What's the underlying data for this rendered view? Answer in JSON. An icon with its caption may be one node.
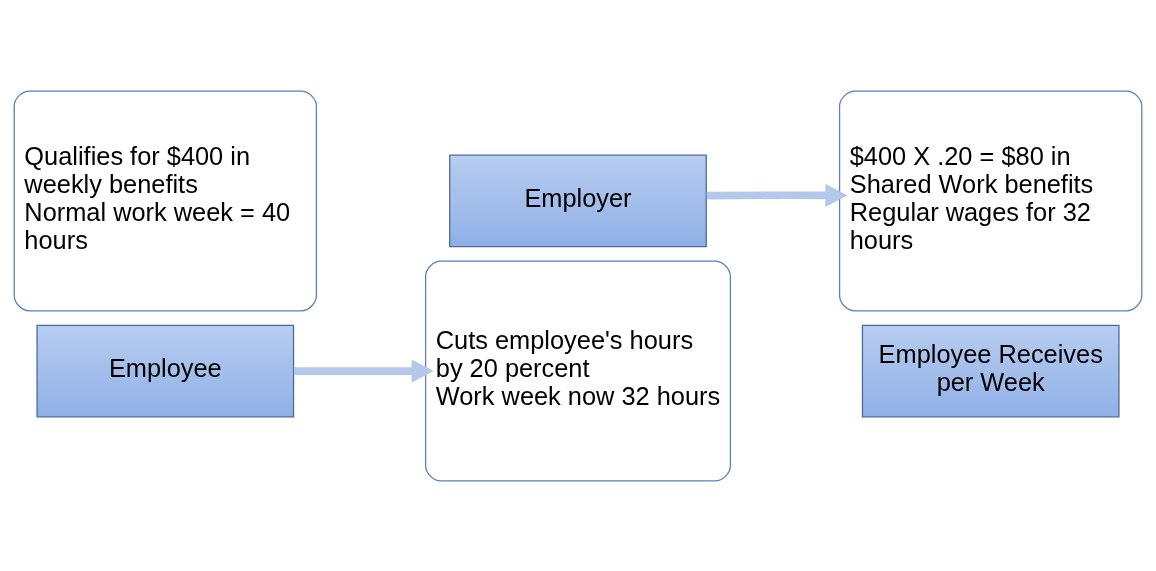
{
  "diagram": {
    "nodes": [
      {
        "text": [
          "Qualifies for $400 in weekly benefits",
          "Normal work week = 40 hours"
        ]
      },
      {
        "text": [
          "Employee"
        ]
      },
      {
        "text": [
          "Employer"
        ]
      },
      {
        "text": [
          "Cuts employee's hours by 20 percent",
          "Work week now 32 hours"
        ]
      },
      {
        "text": [
          "$400 X .20 = $80 in Shared Work benefits",
          "Regular wages for 32 hours"
        ]
      },
      {
        "text": [
          "Employee Receives per Week"
        ]
      }
    ],
    "edges": [
      {
        "from": 1,
        "to": 3,
        "arrow": "to"
      },
      {
        "from": 2,
        "to": 4,
        "arrow": "to"
      }
    ]
  }
}
